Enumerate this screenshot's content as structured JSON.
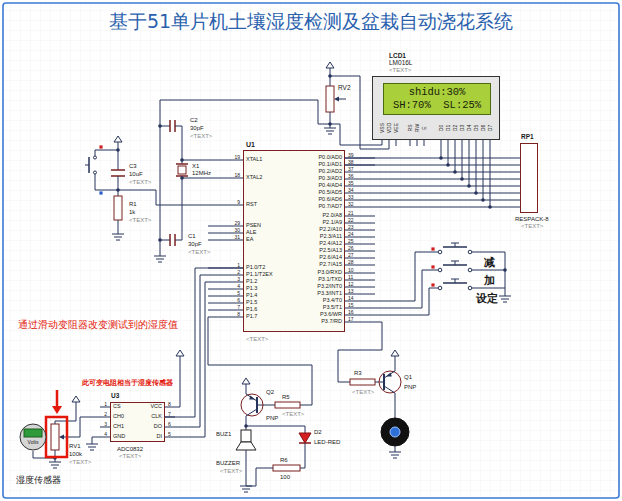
{
  "diagram": {
    "title": "基于51单片机土壤湿度检测及盆栽自动浇花系统",
    "nodes": [
      {
        "text": [
          "LCD1",
          "LM016L",
          "<TEXT>"
        ]
      },
      {
        "text": [
          "shidu:30%",
          "SH:70%  SL:25%"
        ],
        "in": 0
      },
      {
        "text": [
          "RP1",
          "RESPACK-8",
          "<TEXT>"
        ]
      },
      {
        "text": [
          "U1",
          "<TEXT>"
        ]
      },
      {
        "text": [
          "U3",
          "ADC0832",
          "<TEXT>"
        ]
      },
      {
        "text": [
          "Volts"
        ]
      }
    ],
    "edges": [
      {
        "from": 3,
        "to": 0,
        "arrow": "none"
      },
      {
        "from": 3,
        "to": 2,
        "arrow": "none"
      },
      {
        "from": 4,
        "to": 3,
        "arrow": "none"
      }
    ],
    "labels": [
      "P0.0/AD0",
      "P0.1/AD1",
      "P0.2/AD2",
      "P0.3/AD3",
      "P0.4/AD4",
      "P0.5/AD5",
      "P0.6/AD6",
      "P0.7/AD7",
      "P2.0/A8",
      "P2.1/A9",
      "P2.2/A10",
      "P2.3/A11",
      "P2.4/A12",
      "P2.5/A13",
      "P2.6/A14",
      "P2.7/A15",
      "P3.0/RXD",
      "P3.1/TXD",
      "P3.2/INT0",
      "P3.3/INT1",
      "P3.4/T0",
      "P3.5/T1",
      "P3.6/WR",
      "P3.7/RD",
      "39",
      "38",
      "37",
      "36",
      "35",
      "34",
      "33",
      "32",
      "21",
      "22",
      "23",
      "24",
      "25",
      "26",
      "27",
      "28",
      "10",
      "11",
      "12",
      "13",
      "14",
      "15",
      "16",
      "17",
      "XTAL1",
      "XTAL2",
      "RST",
      "PSEN",
      "ALE",
      "EA",
      "P1.0/T2",
      "P1.1/T2EX",
      "P1.2",
      "P1.3",
      "P1.4",
      "P1.5",
      "P1.6",
      "P1.7",
      "19",
      "18",
      "9",
      "29",
      "30",
      "31",
      "1",
      "2",
      "3",
      "4",
      "5",
      "6",
      "7",
      "8",
      "VSS",
      "VDD",
      "VEE",
      "RS",
      "RW",
      "E",
      "D0",
      "D1",
      "D2",
      "D3",
      "D4",
      "D5",
      "D6",
      "D7",
      "CS",
      "CH0",
      "CH1",
      "GND",
      "VCC",
      "CLK",
      "DO",
      "DI",
      "1",
      "2",
      "3",
      "4",
      "8",
      "7",
      "6",
      "5",
      "RV2",
      "C2",
      "30pF",
      "<TEXT>",
      "X1",
      "12MHz",
      "C1",
      "30pF",
      "<TEXT>",
      "C3",
      "10uF",
      "<TEXT>",
      "R1",
      "1k",
      "<TEXT>",
      "减",
      "加",
      "设定",
      "通过滑动变阻器改变测试到的湿度值",
      "此可变电阻相当于湿度传感器",
      "RV1",
      "100k",
      "<TEXT>",
      "湿度传感器",
      "R3",
      "<TEXT>",
      "Q1",
      "PNP",
      "Q2",
      "PNP",
      "R5",
      "<TEXT>",
      "BUZ1",
      "BUZZER",
      "<TEXT>",
      "D2",
      "LED-RED",
      "R6",
      "100"
    ]
  }
}
